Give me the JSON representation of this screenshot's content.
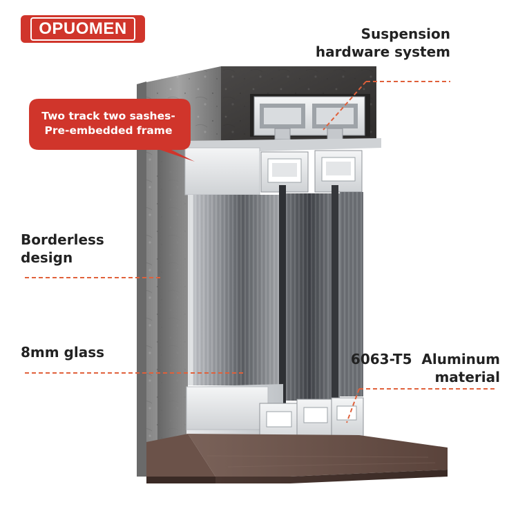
{
  "brand": {
    "name": "OPUOMEN",
    "color": "#d0352b"
  },
  "callout": {
    "line1": "Two track two sashes-",
    "line2": "Pre-embedded frame"
  },
  "labels": {
    "suspension_line1": "Suspension",
    "suspension_line2": "hardware system",
    "borderless_line1": "Borderless",
    "borderless_line2": "design",
    "glass": "8mm glass",
    "aluminum_line1": "6063-T5  Aluminum",
    "aluminum_line2": "material"
  },
  "colors": {
    "accent": "#d0352b",
    "leader_line": "#e0603a",
    "concrete": "#8a8a8a",
    "header_stone": "#3d3b3a",
    "floor_wood": "#5a433b",
    "aluminum": "#e6e7e8"
  }
}
